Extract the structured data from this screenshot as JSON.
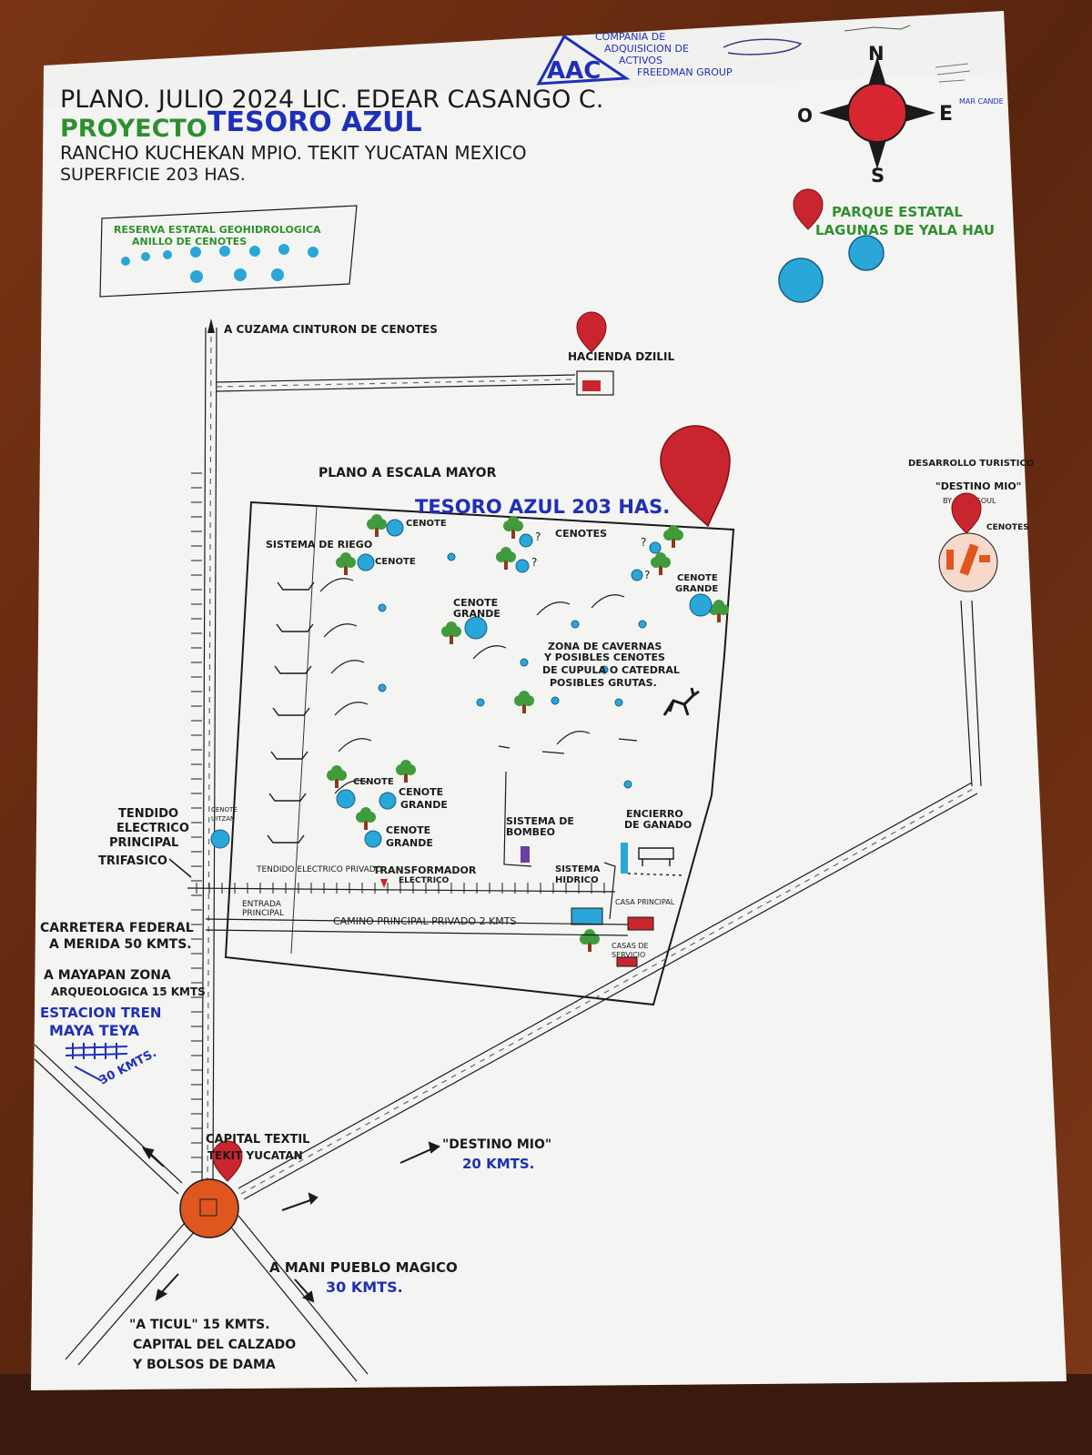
{
  "header": {
    "line1": "PLANO. JULIO 2024 LIC. EDEAR CASANGO C.",
    "line2_prefix": "PROYECTO",
    "line2_name": "TESORO AZUL",
    "line3": "RANCHO KUCHEKAN MPIO. TEKIT YUCATAN MEXICO",
    "line4": "SUPERFICIE 203 HAS."
  },
  "company": {
    "logo_text": "AAC",
    "name_lines": [
      "COMPAÑIA DE",
      "ADQUISICION DE",
      "ACTIVOS",
      "FREEDMAN GROUP"
    ]
  },
  "compass": {
    "north": "N",
    "south": "S",
    "east": "E",
    "west": "O",
    "east_note": "MAR CANDE"
  },
  "reserve": {
    "title_line1": "RESERVA ESTATAL GEOHIDROLOGICA",
    "title_line2": "ANILLO DE CENOTES"
  },
  "park": {
    "line1": "PARQUE ESTATAL",
    "line2": "LAGUNAS DE YALA HAU"
  },
  "north_road": "A CUZAMA CINTURON DE CENOTES",
  "hacienda": "HACIENDA DZILIL",
  "scale_note": "PLANO A ESCALA MAYOR",
  "property": {
    "title": "TESORO AZUL 203 HAS.",
    "labels": {
      "riego": "SISTEMA DE RIEGO",
      "cenote_1": "CENOTE",
      "cenote_2": "CENOTE",
      "cenotes": "CENOTES",
      "cenote_grande_ne_1": "CENOTE",
      "cenote_grande_ne_2": "GRANDE",
      "cenote_grande_c_1": "CENOTE",
      "cenote_grande_c_2": "GRANDE",
      "cavernas_1": "ZONA DE CAVERNAS",
      "cavernas_2": "Y POSIBLES CENOTES",
      "cavernas_3": "DE CUPULA O CATEDRAL",
      "cavernas_4": "POSIBLES GRUTAS.",
      "cenote_sw": "CENOTE",
      "cenote_grande_sw1_1": "CENOTE",
      "cenote_grande_sw1_2": "GRANDE",
      "cenote_grande_sw2_1": "CENOTE",
      "cenote_grande_sw2_2": "GRANDE",
      "bombeo_1": "SISTEMA DE",
      "bombeo_2": "BOMBEO",
      "encierro_1": "ENCIERRO",
      "encierro_2": "DE GANADO",
      "hidrico_1": "SISTEMA",
      "hidrico_2": "HIDRICO",
      "casa": "CASA PRINCIPAL",
      "casas_1": "CASAS DE",
      "casas_2": "SERVICIO",
      "tendido_privado": "TENDIDO ELECTRICO PRIVADO",
      "transformador_1": "TRANSFORMADOR",
      "transformador_2": "ELECTRICO",
      "entrada_1": "ENTRADA",
      "entrada_2": "PRINCIPAL",
      "camino": "CAMINO PRINCIPAL PRIVADO 2 KMTS",
      "cenote_west_1": "CENOTE",
      "cenote_west_2": "UITZAN"
    }
  },
  "left_labels": {
    "tendido_1": "TENDIDO",
    "tendido_2": "ELECTRICO",
    "tendido_3": "PRINCIPAL",
    "tendido_4": "TRIFASICO",
    "carretera_1": "CARRETERA FEDERAL",
    "carretera_2": "A MERIDA 50 KMTS.",
    "mayapan_1": "A MAYAPAN ZONA",
    "mayapan_2": "ARQUEOLOGICA 15 KMTS",
    "tren_1": "ESTACION TREN",
    "tren_2": "MAYA TEYA",
    "tren_3": "30 KMTS."
  },
  "destino_mio": {
    "line1": "DESARROLLO TURISTICO",
    "line2": "\"DESTINO MIO\"",
    "line3": "BY AKEN SOUL",
    "cenotes": "CENOTES"
  },
  "bottom": {
    "capital_1": "CAPITAL TEXTIL",
    "capital_2": "TEKIT YUCATAN",
    "destino_1": "\"DESTINO MIO\"",
    "destino_2": "20 KMTS.",
    "mani_1": "A MANI PUEBLO MAGICO",
    "mani_2": "30 KMTS.",
    "ticul_1": "\"A TICUL\" 15 KMTS.",
    "ticul_2": "CAPITAL DEL CALZADO",
    "ticul_3": "Y BOLSOS DE DAMA"
  },
  "colors": {
    "paper": "#f4f5f2",
    "ink": "#1a1a1a",
    "blue_ink": "#1f2fb8",
    "green_ink": "#2f8f2f",
    "cenote": "#29a7d8",
    "marker_red": "#c9252f",
    "tree": "#3f9b3c",
    "orange": "#e0561f"
  }
}
